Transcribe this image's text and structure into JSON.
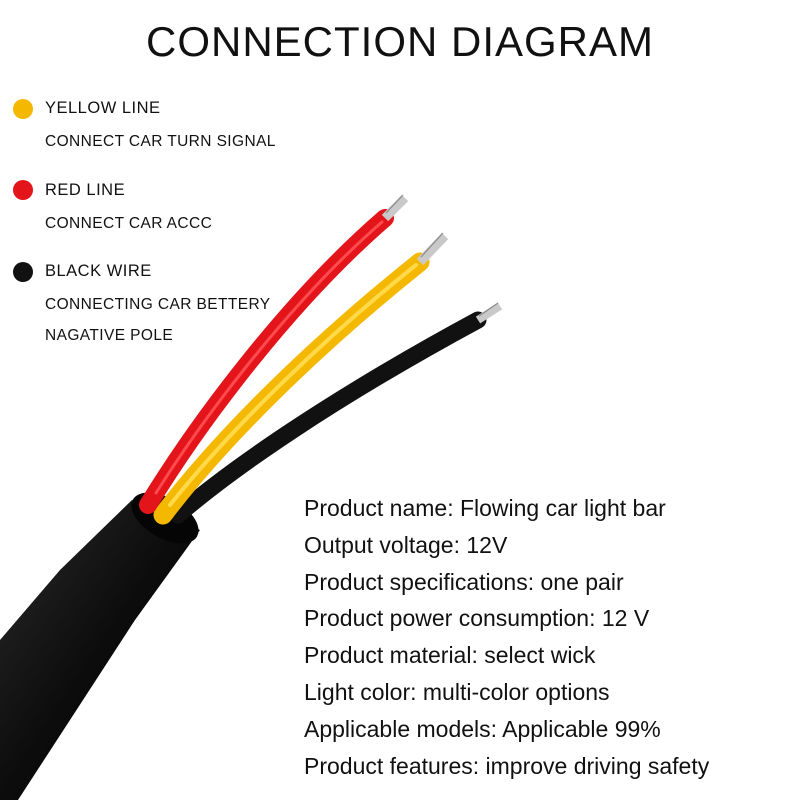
{
  "title": "CONNECTION DIAGRAM",
  "legend": [
    {
      "name": "YELLOW LINE",
      "description": [
        "CONNECT CAR TURN SIGNAL"
      ],
      "color": "#f5b800"
    },
    {
      "name": "RED LINE",
      "description": [
        "CONNECT CAR ACCC"
      ],
      "color": "#e3141a"
    },
    {
      "name": "BLACK WIRE",
      "description": [
        "CONNECTING CAR BETTERY",
        "NAGATIVE POLE"
      ],
      "color": "#111111"
    }
  ],
  "wire_colors": {
    "red": "#e3141a",
    "yellow": "#f5b800",
    "black": "#111111",
    "copper_tip": "#c9c9c9"
  },
  "specs": [
    "Product name: Flowing car light bar",
    "Output voltage: 12V",
    "Product specifications: one pair",
    "Product power consumption: 12 V",
    "Product material: select wick",
    "Light color: multi-color options",
    "Applicable models: Applicable 99%",
    "Product features: improve driving safety"
  ]
}
